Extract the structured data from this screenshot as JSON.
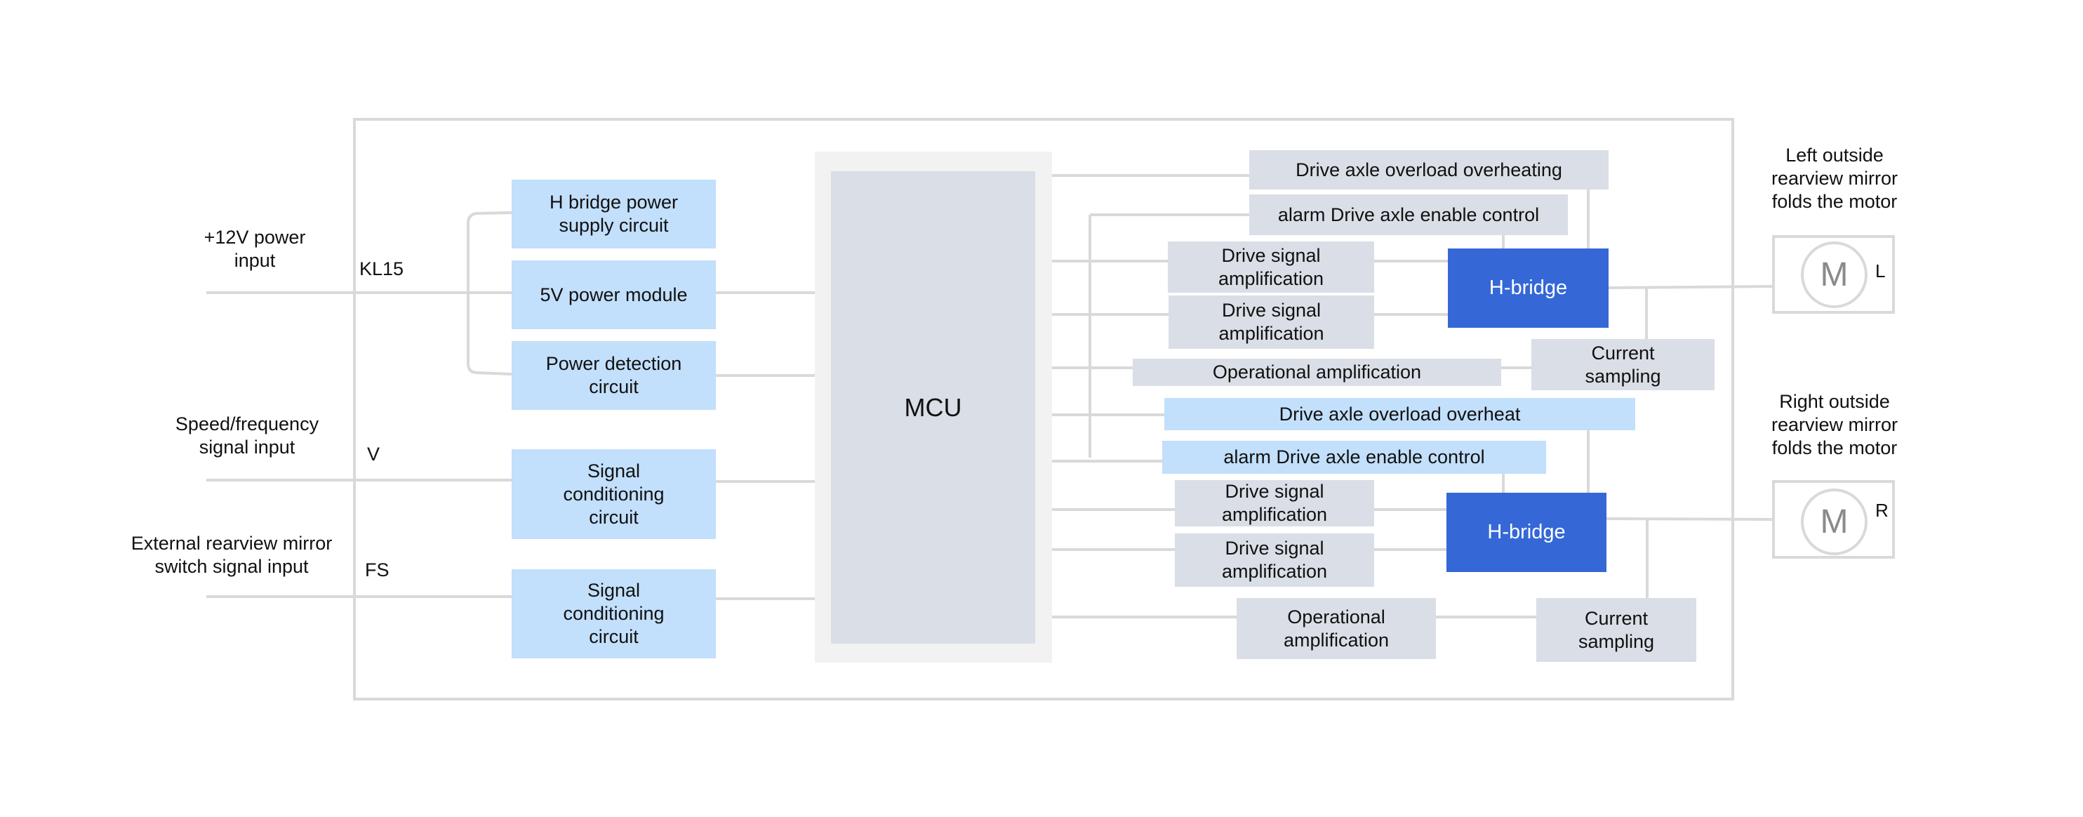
{
  "inputs": [
    {
      "label": "+12V power\ninput",
      "pin": "KL15"
    },
    {
      "label": "Speed/frequency\nsignal input",
      "pin": "V"
    },
    {
      "label": "External rearview mirror\nswitch signal input",
      "pin": "FS"
    }
  ],
  "left_blocks": [
    "H bridge power\nsupply circuit",
    "5V power module",
    "Power detection\ncircuit",
    "Signal\nconditioning\ncircuit",
    "Signal\nconditioning\ncircuit"
  ],
  "mcu": {
    "label": "MCU"
  },
  "left_channel": {
    "overload": "Drive axle overload overheating",
    "enable": "alarm Drive axle enable control",
    "drive1": "Drive signal\namplification",
    "drive2": "Drive signal\namplification",
    "opamp": "Operational  amplification",
    "hbridge": "H-bridge",
    "current": "Current\nsampling"
  },
  "right_channel": {
    "overload": "Drive axle overload overheat",
    "enable": "alarm Drive axle enable control",
    "drive1": "Drive signal\namplification",
    "drive2": "Drive signal\namplification",
    "opamp": "Operational\namplification",
    "hbridge": "H-bridge",
    "current": "Current\nsampling"
  },
  "motors": [
    {
      "title": "Left outside\nrearview mirror\nfolds the motor",
      "symbol": "M",
      "side": "L"
    },
    {
      "title": "Right outside\nrearview mirror\nfolds the motor",
      "symbol": "M",
      "side": "R"
    }
  ],
  "colors": {
    "input_block": "#c2dffb",
    "logic_block": "#dadee6",
    "hbridge": "#3568d6",
    "wire": "#d9d9d9"
  }
}
